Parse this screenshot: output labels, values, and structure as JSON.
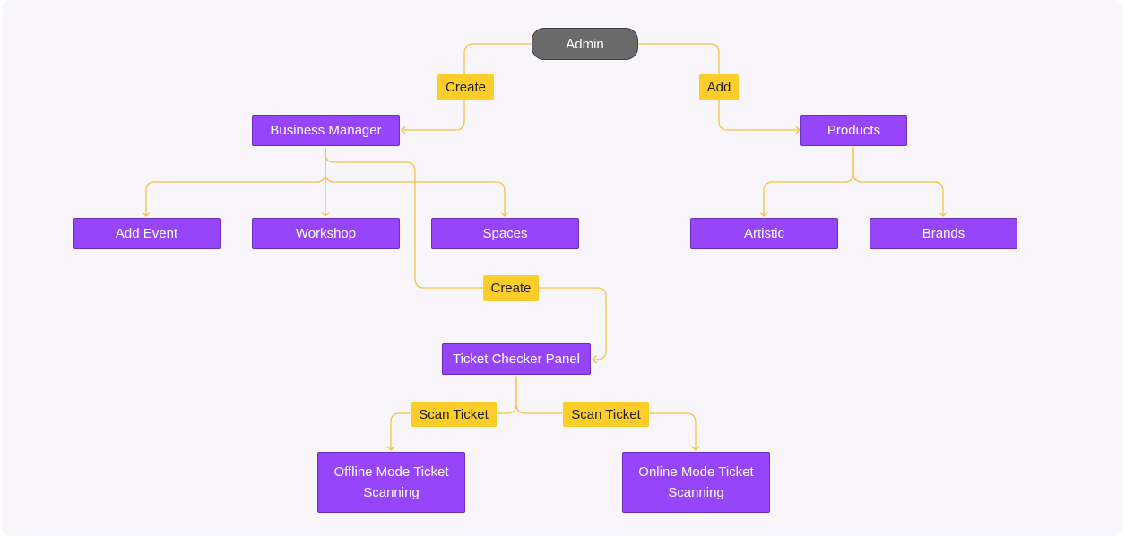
{
  "colors": {
    "node_fill": "#9645fa",
    "root_fill": "#6b6b6b",
    "label_fill": "#ffcd29",
    "connector": "#f5c242",
    "background": "#f9f6fb"
  },
  "nodes": {
    "admin": "Admin",
    "business_manager": "Business Manager",
    "products": "Products",
    "add_event": "Add Event",
    "workshop": "Workshop",
    "spaces": "Spaces",
    "artistic": "Artistic",
    "brands": "Brands",
    "ticket_checker_panel": "Ticket Checker Panel",
    "offline_mode": "Offline Mode Ticket\nScanning",
    "online_mode": "Online Mode Ticket\nScanning"
  },
  "edge_labels": {
    "admin_create": "Create",
    "admin_add": "Add",
    "manager_create": "Create",
    "scan_offline": "Scan Ticket",
    "scan_online": "Scan Ticket"
  },
  "edges": [
    {
      "from": "Admin",
      "to": "Business Manager",
      "label": "Create"
    },
    {
      "from": "Admin",
      "to": "Products",
      "label": "Add"
    },
    {
      "from": "Business Manager",
      "to": "Add Event"
    },
    {
      "from": "Business Manager",
      "to": "Workshop"
    },
    {
      "from": "Business Manager",
      "to": "Spaces"
    },
    {
      "from": "Business Manager",
      "to": "Ticket Checker Panel",
      "label": "Create"
    },
    {
      "from": "Products",
      "to": "Artistic"
    },
    {
      "from": "Products",
      "to": "Brands"
    },
    {
      "from": "Ticket Checker Panel",
      "to": "Offline Mode Ticket Scanning",
      "label": "Scan Ticket"
    },
    {
      "from": "Ticket Checker Panel",
      "to": "Online Mode Ticket Scanning",
      "label": "Scan Ticket"
    }
  ]
}
